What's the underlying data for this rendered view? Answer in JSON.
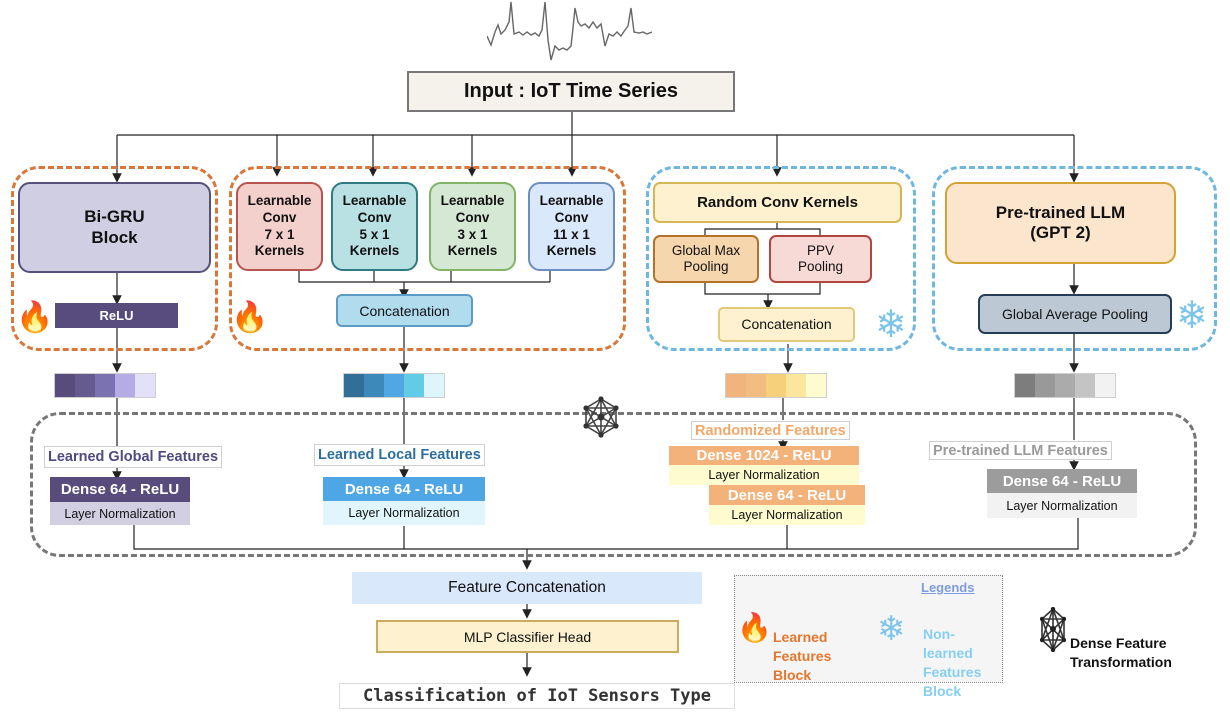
{
  "input": {
    "title": "Input : IoT Time Series",
    "signal_icon": "waveform-icon"
  },
  "groups": {
    "bigru": {
      "title": "Bi-GRU\nBlock",
      "activation": "ReLU",
      "badge_icon": "fire-icon",
      "vector_colors": [
        "#574c7b",
        "#655b8f",
        "#7b72b2",
        "#b5ace6",
        "#e3e0fa"
      ],
      "feature_label": "Learned Global Features",
      "feature_label_color": "#4f4a7f",
      "dense": "Dense 64 - ReLU",
      "norm": "Layer Normalization",
      "dense_color": "#574c7b",
      "norm_color": "#d2cfe3"
    },
    "conv": {
      "kernels": [
        {
          "line1": "Learnable",
          "line2": "Conv",
          "line3": "7 x 1",
          "line4": "Kernels",
          "fill": "#f4d0cc",
          "stroke": "#b85450"
        },
        {
          "line1": "Learnable",
          "line2": "Conv",
          "line3": "5 x 1",
          "line4": "Kernels",
          "fill": "#b9e0e3",
          "stroke": "#2f7a83"
        },
        {
          "line1": "Learnable",
          "line2": "Conv",
          "line3": "3 x 1",
          "line4": "Kernels",
          "fill": "#d5e8d4",
          "stroke": "#82b366"
        },
        {
          "line1": "Learnable",
          "line2": "Conv",
          "line3": "11 x 1",
          "line4": "Kernels",
          "fill": "#dae8fc",
          "stroke": "#6c8ebf"
        }
      ],
      "concat": "Concatenation",
      "badge_icon": "fire-icon",
      "vector_colors": [
        "#326f98",
        "#3f88ba",
        "#4fa8e3",
        "#62cce6",
        "#ddf6fc"
      ],
      "feature_label": "Learned Local Features",
      "feature_label_color": "#2f6f9c",
      "dense": "Dense 64 - ReLU",
      "norm": "Layer Normalization",
      "dense_color": "#4ea6e5",
      "norm_color": "#e0f6fc"
    },
    "random": {
      "title": "Random Conv Kernels",
      "pool1": "Global Max\nPooling",
      "pool2": "PPV\nPooling",
      "concat": "Concatenation",
      "badge_icon": "snowflake-icon",
      "vector_colors": [
        "#f1b47c",
        "#f3bd82",
        "#f6d07a",
        "#fbe69b",
        "#fefcce"
      ],
      "feature_label": "Randomized Features",
      "feature_label_color": "#f2a86a",
      "dense1": "Dense 1024 - ReLU",
      "norm1": "Layer Normalization",
      "dense2": "Dense 64 - ReLU",
      "norm2": "Layer Normalization",
      "dense_color": "#f3b27a",
      "norm_color": "#fefcce"
    },
    "llm": {
      "title": "Pre-trained LLM\n(GPT 2)",
      "pool": "Global Average Pooling",
      "badge_icon": "snowflake-icon",
      "vector_colors": [
        "#7d7d7d",
        "#999999",
        "#ababab",
        "#c4c4c4",
        "#f2f2f2"
      ],
      "feature_label": "Pre-trained LLM Features",
      "feature_label_color": "#9a9a9a",
      "dense": "Dense 64 - ReLU",
      "norm": "Layer Normalization",
      "dense_color": "#9c9c9c",
      "norm_color": "#f2f2f2"
    }
  },
  "dense_region_icon": "network-icon",
  "bottom": {
    "feature_concat": "Feature Concatenation",
    "classifier": "MLP Classifier Head",
    "output": "Classification of IoT Sensors Type"
  },
  "legend": {
    "title": "Legends",
    "learned": "Learned\nFeatures\nBlock",
    "nonlearned": "Non-\nlearned\nFeatures\nBlock",
    "dense": "Dense Feature\nTransformation"
  },
  "colors": {
    "learned_accent": "#e4772e",
    "frozen_accent": "#86cff2",
    "legend_title": "#7d9be0"
  }
}
